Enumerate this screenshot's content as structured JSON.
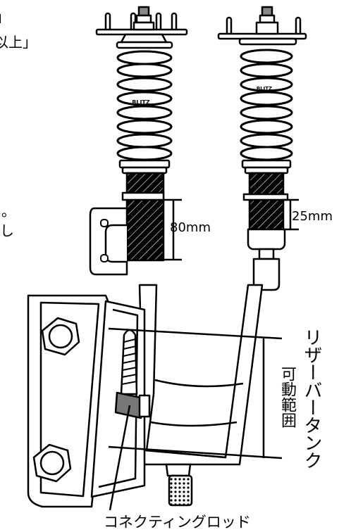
{
  "fragments": {
    "top_left_1": "」",
    "top_left_2": "以上」",
    "mid_left_1": "。",
    "mid_left_2": "し"
  },
  "dimensions": {
    "left_stroke": "80mm",
    "right_stroke": "25mm"
  },
  "labels": {
    "reservoir_tank": "リザーバータンク",
    "movable_range": "可動範囲",
    "connecting_rod": "コネクティングロッド"
  },
  "shock_brand": "BLITZ",
  "colors": {
    "ink": "#000000",
    "paper": "#ffffff",
    "label_gray": "#9a9a9a"
  }
}
